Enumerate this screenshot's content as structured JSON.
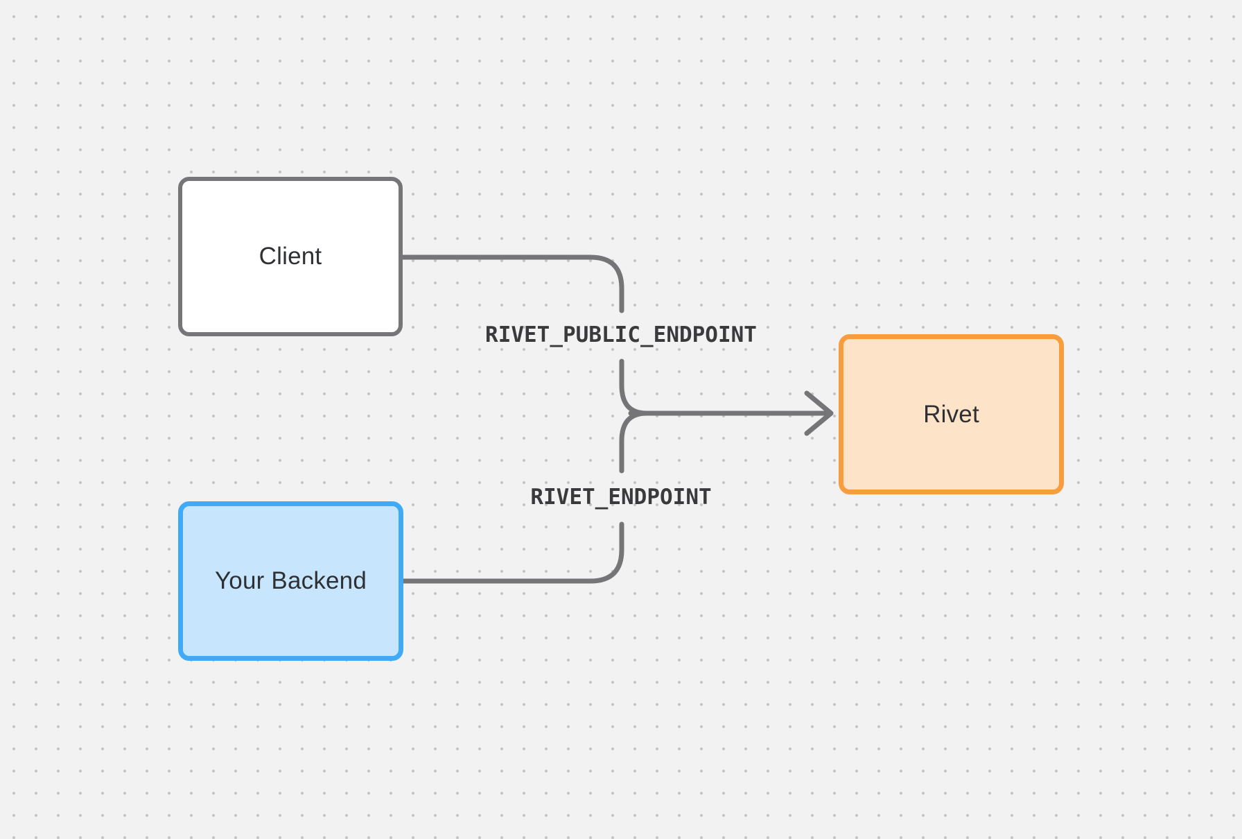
{
  "diagram": {
    "nodes": [
      {
        "id": "client",
        "label": "Client",
        "fill": "#ffffff",
        "border": "#767679"
      },
      {
        "id": "your-backend",
        "label": "Your Backend",
        "fill": "#c7e6fd",
        "border": "#41aaf7"
      },
      {
        "id": "rivet",
        "label": "Rivet",
        "fill": "#fde4c9",
        "border": "#f89d3e"
      }
    ],
    "edges": [
      {
        "from": "client",
        "to": "rivet",
        "label": "RIVET_PUBLIC_ENDPOINT"
      },
      {
        "from": "your-backend",
        "to": "rivet",
        "label": "RIVET_ENDPOINT"
      }
    ],
    "colors": {
      "background": "#f2f2f2",
      "dot": "#c6c6c8",
      "line": "#757578",
      "text": "#2e3033",
      "edge_label_text": "#3a3a3c"
    }
  }
}
